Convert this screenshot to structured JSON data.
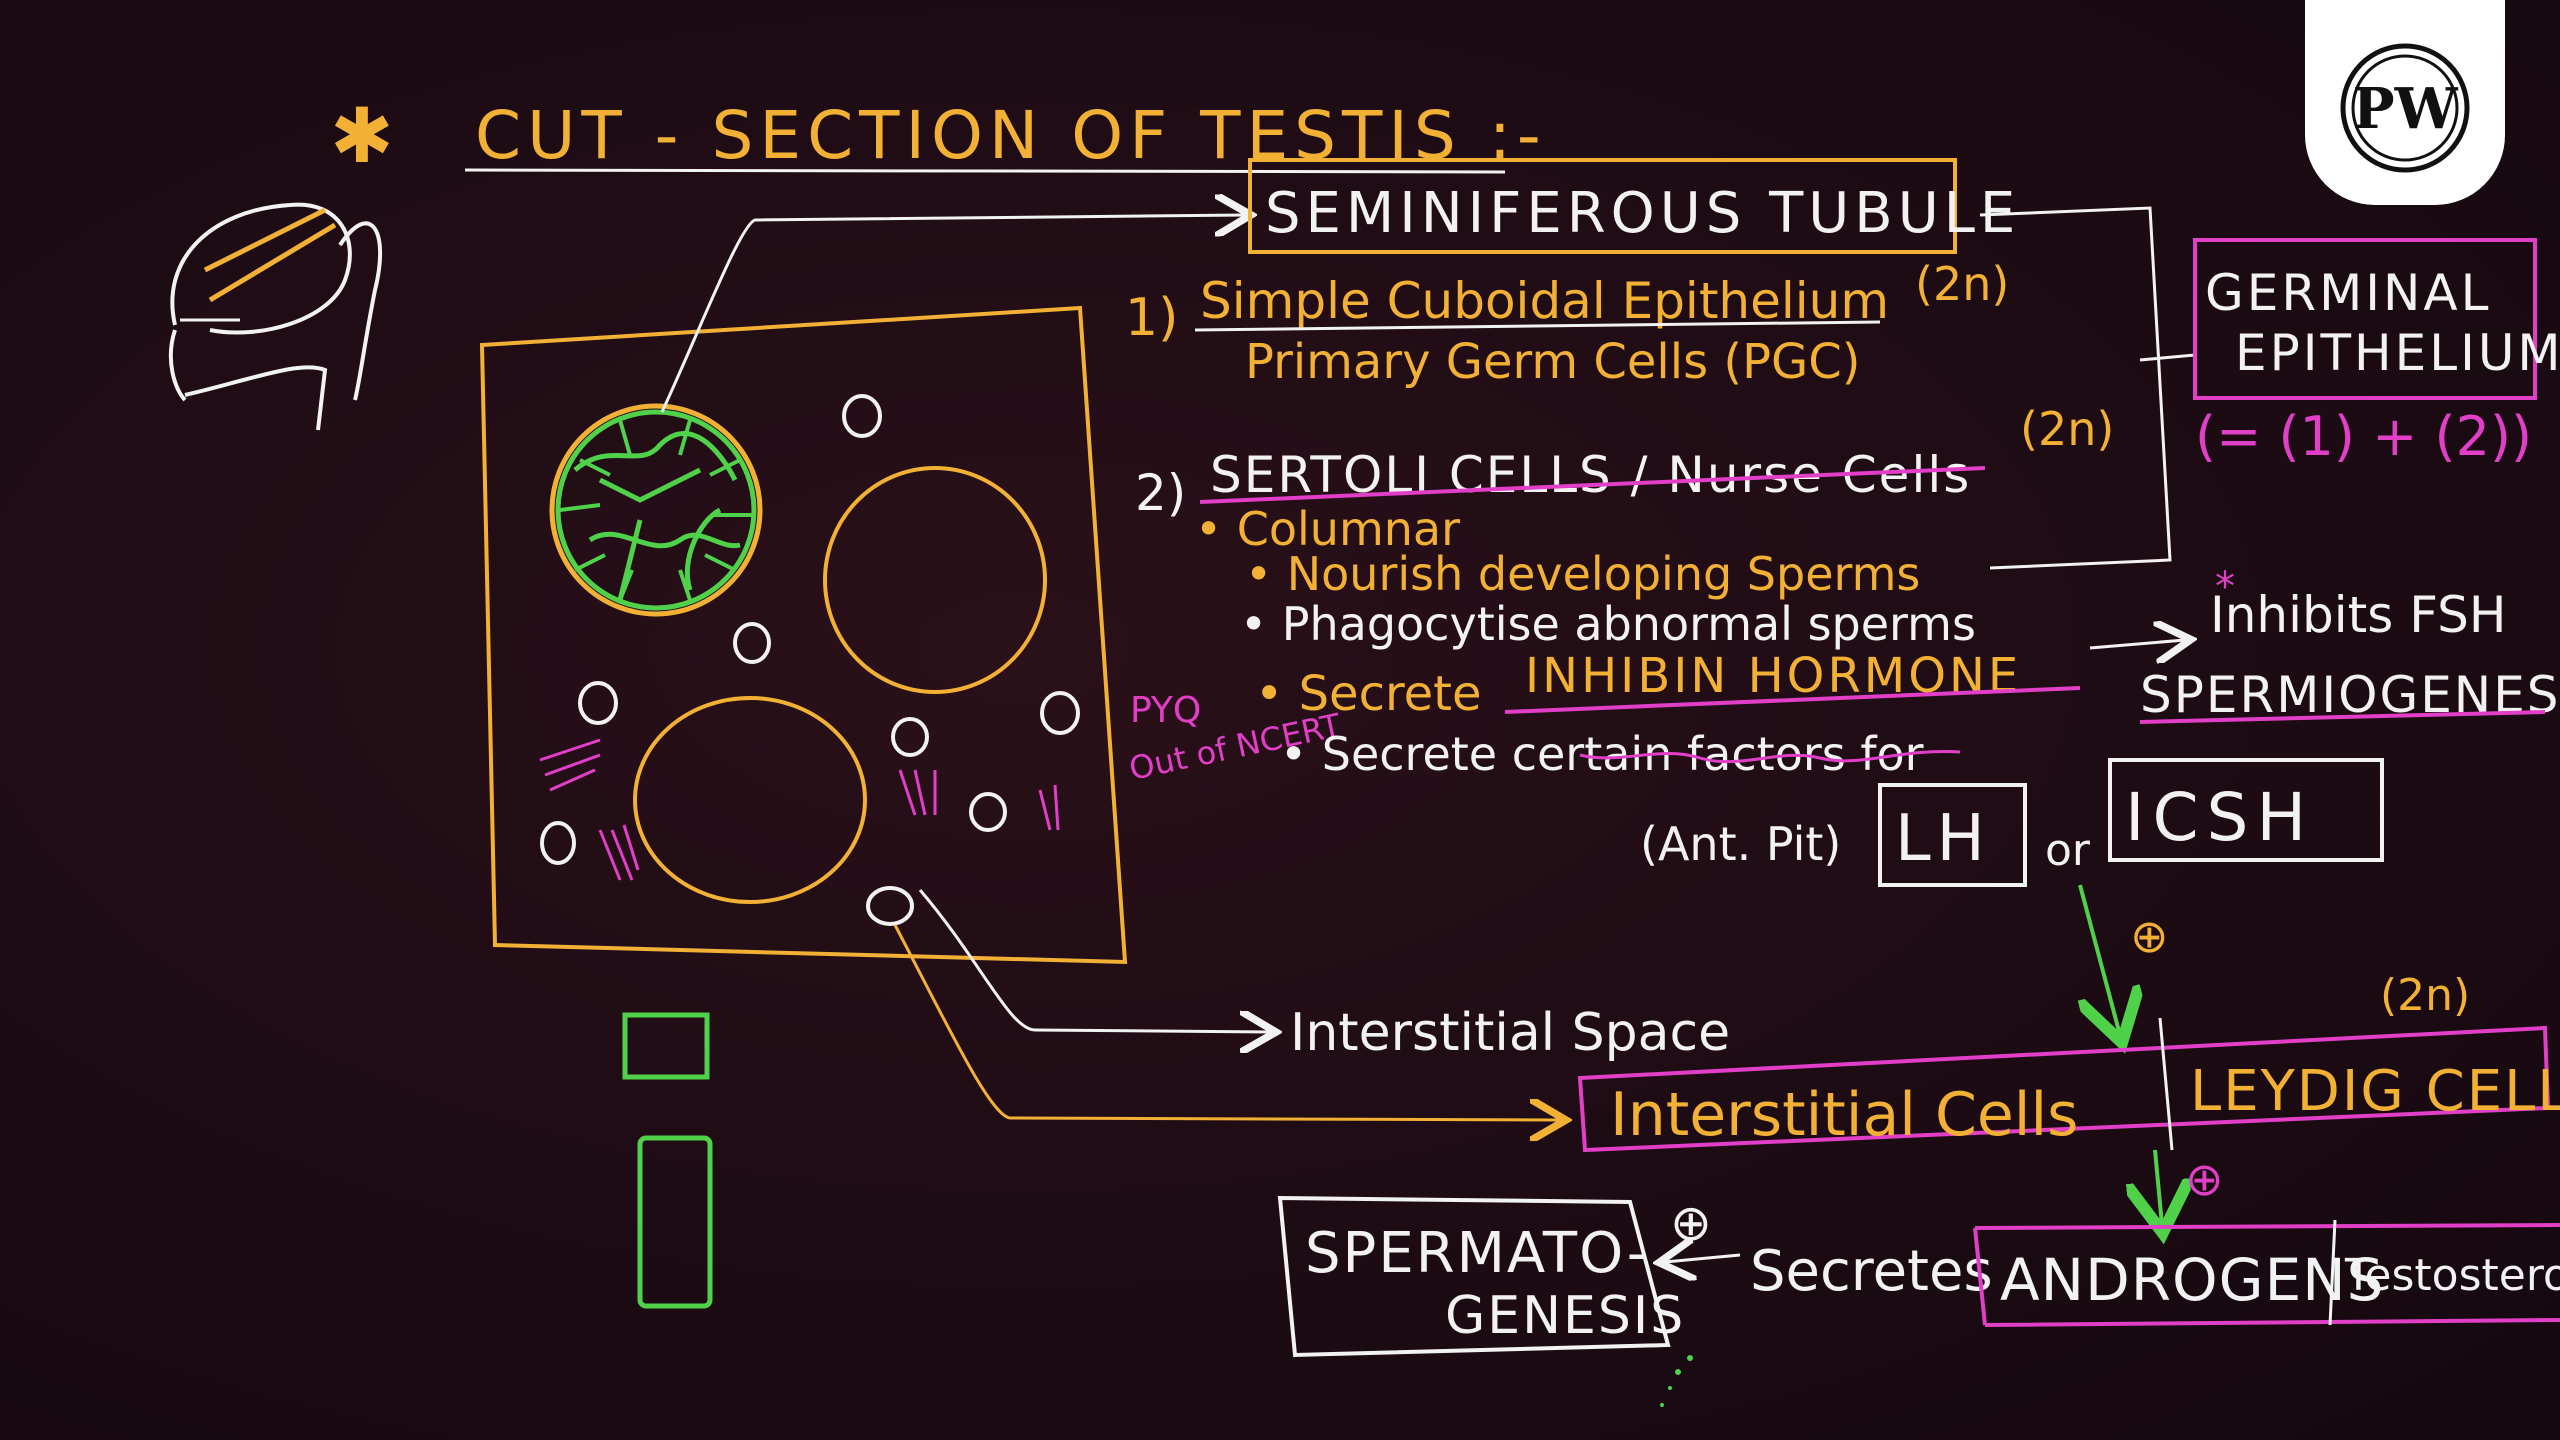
{
  "title": "CUT - SECTION OF TESTIS :-",
  "title_star": "✱",
  "logo_text": "PW",
  "labels": {
    "seminiferous_tubule": "SEMINIFEROUS TUBULE",
    "point1_number": "1)",
    "simple_cuboidal": "Simple Cuboidal Epithelium",
    "simple_cuboidal_ploidy": "(2n)",
    "pgc": "Primary Germ Cells (PGC)",
    "point2_number": "2)",
    "sertoli": "SERTOLI CELLS / Nurse Cells",
    "sertoli_ploidy": "(2n)",
    "bullet_columnar": "• Columnar",
    "bullet_nourish": "• Nourish developing Sperms",
    "bullet_phagocytise": "• Phagocytise abnormal sperms",
    "bullet_inhibin_prefix": "• Secrete",
    "inhibin_hormone": "INHIBIN HORMONE",
    "inhibits_fsh": "Inhibits FSH",
    "star_mark": "*",
    "pyq": "PYQ",
    "out_of_ncert": "Out of NCERT",
    "bullet_factors": "• Secrete certain factors for",
    "spermiogenesis": "SPERMIOGENESIS",
    "germinal": "GERMINAL",
    "epithelium": "EPITHELIUM",
    "germinal_formula": "(= (1) + (2))",
    "ant_pit": "(Ant. Pit)",
    "lh": "LH",
    "or_word": "or",
    "icsh": "ICSH",
    "plus_1": "⊕",
    "interstitial_space": "Interstitial Space",
    "leydig_ploidy": "(2n)",
    "interstitial_cells": "Interstitial Cells",
    "leydig_cells": "LEYDIG CELLS",
    "plus_2": "⊕",
    "spermatogenesis_line1": "SPERMATO-",
    "spermatogenesis_line2": "GENESIS",
    "plus_3": "⊕",
    "secretes": "Secretes",
    "androgens": "ANDROGENS",
    "testosterone": "Testosterone"
  },
  "colors": {
    "background": "#1c0b13",
    "chalk_white": "#f2f2f2",
    "orange": "#f2b134",
    "magenta": "#e23fc8",
    "green": "#4fd24a",
    "logo_bg": "#ffffff",
    "logo_ink": "#111111"
  }
}
